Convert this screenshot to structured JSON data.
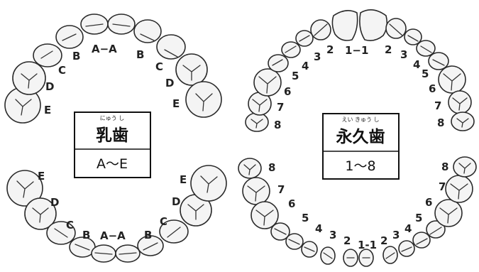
{
  "primary": {
    "ruby": "にゅう し",
    "title": "乳歯",
    "range": "A〜E",
    "upper_labels": [
      "E",
      "D",
      "C",
      "B",
      "A−A",
      "B",
      "C",
      "D",
      "E"
    ],
    "lower_labels": [
      "E",
      "D",
      "C",
      "B",
      "A−A",
      "B",
      "C",
      "D",
      "E"
    ]
  },
  "permanent": {
    "ruby": "えい きゅう し",
    "title": "永久歯",
    "range": "1〜8",
    "upper_labels": [
      "8",
      "7",
      "6",
      "5",
      "4",
      "3",
      "2",
      "1−1",
      "2",
      "3",
      "4",
      "5",
      "6",
      "7",
      "8"
    ],
    "lower_labels": [
      "8",
      "7",
      "6",
      "5",
      "4",
      "3",
      "2",
      "1-1",
      "2",
      "3",
      "4",
      "5",
      "6",
      "7",
      "8"
    ]
  }
}
